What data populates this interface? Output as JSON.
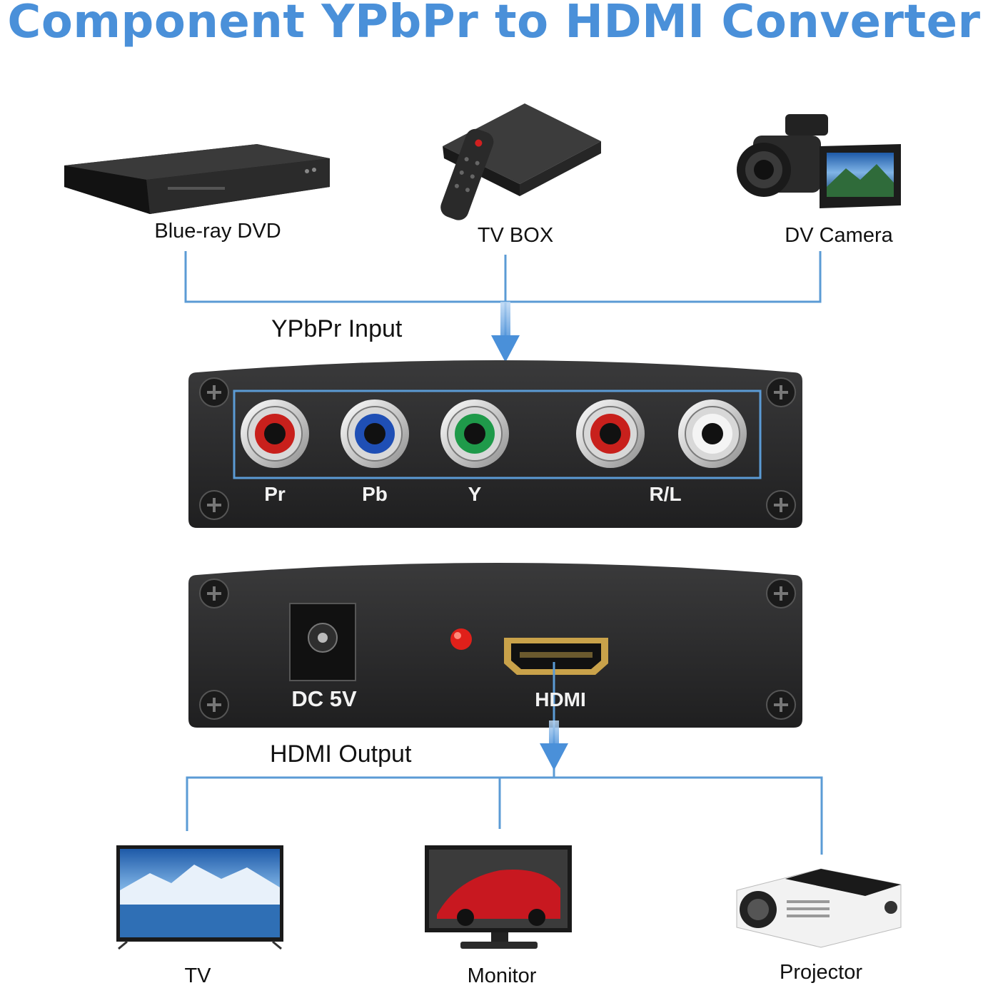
{
  "title": "Component YPbPr to HDMI Converter",
  "colors": {
    "accent": "#4a90d9",
    "line": "#5b9bd5",
    "panel": "#2a2a2b",
    "led": "#e0201a"
  },
  "sources": [
    {
      "label": "Blue-ray DVD",
      "icon": "bluray-player-icon"
    },
    {
      "label": "TV BOX",
      "icon": "tv-box-icon"
    },
    {
      "label": "DV Camera",
      "icon": "camcorder-icon"
    }
  ],
  "input_section": {
    "label": "YPbPr Input"
  },
  "input_ports": [
    {
      "label": "Pr",
      "color": "#c8201c"
    },
    {
      "label": "Pb",
      "color": "#1f4fb5"
    },
    {
      "label": "Y",
      "color": "#1f9a4a"
    },
    {
      "label": "R/L",
      "color": "#c8201c"
    },
    {
      "label": "",
      "color": "#f4f4f4"
    }
  ],
  "output_panel": {
    "power_label": "DC 5V",
    "hdmi_label": "HDMI"
  },
  "output_section": {
    "label": "HDMI Output"
  },
  "displays": [
    {
      "label": "TV",
      "icon": "tv-icon"
    },
    {
      "label": "Monitor",
      "icon": "monitor-icon"
    },
    {
      "label": "Projector",
      "icon": "projector-icon"
    }
  ]
}
